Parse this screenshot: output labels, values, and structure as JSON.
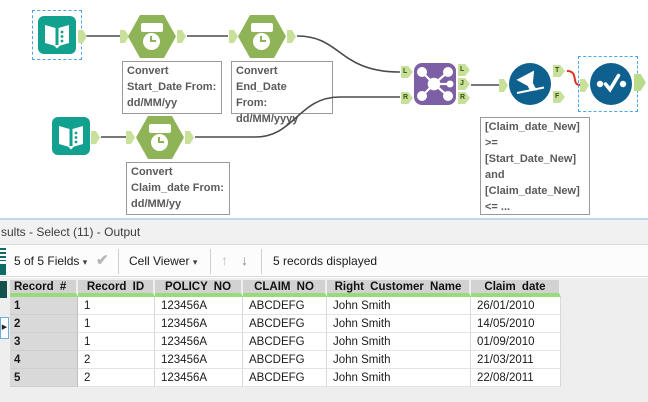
{
  "colors": {
    "input_teal": "#12A18F",
    "datetime_green": "#8FB457",
    "join_purple": "#7D5FA5",
    "tool_blue": "#0E608F",
    "wire_gray": "#4a4a4a",
    "wire_red": "#E0301E",
    "header_underline_green": "#9AD97E",
    "selection_blue": "#4da6e8"
  },
  "canvas": {
    "annotations": {
      "start_date": {
        "lines": [
          "Convert",
          "Start_Date From:",
          "dd/MM/yy"
        ]
      },
      "end_date": {
        "lines": [
          "Convert End_Date",
          "From:",
          "dd/MM/yyyy"
        ]
      },
      "claim_date": {
        "lines": [
          "Convert",
          "Claim_date From:",
          "dd/MM/yy"
        ]
      },
      "filter": {
        "lines": [
          "[Claim_date_New]",
          ">=",
          "[Start_Date_New]",
          "and",
          "[Claim_date_New]",
          "<= ..."
        ]
      }
    },
    "anchors": {
      "join_in_l": "L",
      "join_in_r": "R",
      "join_out_l": "L",
      "join_out_j": "J",
      "join_out_r": "R",
      "filter_true": "T",
      "filter_false": "F"
    }
  },
  "results": {
    "title": "sults - Select (11) - Output",
    "toolbar": {
      "fields_label": "5 of 5 Fields",
      "caret": "▾",
      "check": "✔",
      "cell_viewer_label": "Cell Viewer",
      "up_arrow": "↑",
      "down_arrow": "↓",
      "records_label": "5 records displayed"
    },
    "rail_toggle": "▶",
    "table": {
      "columns": [
        "Record #",
        "Record ID",
        "POLICY NO",
        "CLAIM NO",
        "Right Customer Name",
        "Claim date"
      ],
      "rows": [
        [
          "1",
          "1",
          "123456A",
          "ABCDEFG",
          "John Smith",
          "26/01/2010"
        ],
        [
          "2",
          "1",
          "123456A",
          "ABCDEFG",
          "John Smith",
          "14/05/2010"
        ],
        [
          "3",
          "1",
          "123456A",
          "ABCDEFG",
          "John Smith",
          "01/09/2010"
        ],
        [
          "4",
          "2",
          "123456A",
          "ABCDEFG",
          "John Smith",
          "21/03/2011"
        ],
        [
          "5",
          "2",
          "123456A",
          "ABCDEFG",
          "John Smith",
          "22/08/2011"
        ]
      ]
    }
  }
}
